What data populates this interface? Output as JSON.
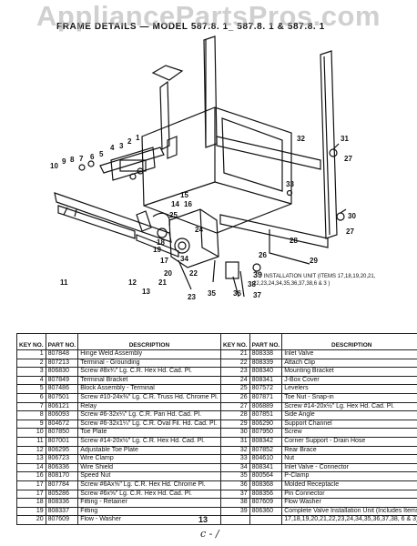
{
  "watermark": "AppliancePartsPros.com",
  "header": "FRAME DETAILS — MODEL 587.8. 1_ 587.8. 1 & 587.8. 1",
  "callouts": [
    "1",
    "2",
    "3",
    "4",
    "5",
    "6",
    "7",
    "8",
    "9",
    "10",
    "11",
    "12",
    "13",
    "14",
    "15",
    "16",
    "17",
    "18",
    "19",
    "20",
    "21",
    "22",
    "23",
    "24",
    "25",
    "26",
    "27",
    "27",
    "28",
    "29",
    "30",
    "31",
    "32",
    "33",
    "34",
    "35",
    "36",
    "37",
    "38",
    "39"
  ],
  "install_note": {
    "number": "39",
    "text": "INSTALLATION UNIT (ITEMS 17,18,19,20,21, 22,23,24,34,35,36,37,38,6 & 3 )"
  },
  "table_headers": {
    "key": "KEY NO.",
    "part": "PART NO.",
    "desc": "DESCRIPTION"
  },
  "parts_left": [
    {
      "key": "1",
      "part": "807848",
      "desc": "Hinge Weld Assembly"
    },
    {
      "key": "2",
      "part": "807213",
      "desc": "Terminal - Grounding"
    },
    {
      "key": "3",
      "part": "806830",
      "desc": "Screw #8x¾\" Lg. C.R. Hex Hd. Cad. Pl."
    },
    {
      "key": "4",
      "part": "807849",
      "desc": "Terminal Bracket"
    },
    {
      "key": "5",
      "part": "807486",
      "desc": "Block Assembly - Terminal"
    },
    {
      "key": "6",
      "part": "807501",
      "desc": "Screw #10-24x⅜\" Lg. C.R. Truss Hd. Chrome Pl."
    },
    {
      "key": "7",
      "part": "806121",
      "desc": "Relay"
    },
    {
      "key": "8",
      "part": "806093",
      "desc": "Screw #6-32x¼\" Lg. C.R. Pan Hd. Cad. Pl."
    },
    {
      "key": "9",
      "part": "804672",
      "desc": "Screw #6-32x1¼\" Lg. C.R. Oval Fil. Hd. Cad. Pl."
    },
    {
      "key": "10",
      "part": "807850",
      "desc": "Toe Plate"
    },
    {
      "key": "11",
      "part": "807001",
      "desc": "Screw #14-20x½\" Lg. C.R. Hex Hd. Cad. Pl."
    },
    {
      "key": "12",
      "part": "806295",
      "desc": "Adjustable Toe Plate"
    },
    {
      "key": "13",
      "part": "806723",
      "desc": "Wire Clamp"
    },
    {
      "key": "14",
      "part": "806336",
      "desc": "Wire Shield"
    },
    {
      "key": "16",
      "part": "808170",
      "desc": "Speed Nut"
    },
    {
      "key": "17",
      "part": "807784",
      "desc": "Screw #6Ax⅝\" Lg. C.R. Hex Hd. Chrome Pl."
    },
    {
      "key": "17",
      "part": "805286",
      "desc": "Screw #6x⅝\" Lg. C.R. Hex Hd. Cad. Pl."
    },
    {
      "key": "18",
      "part": "808336",
      "desc": "Fitting - Retainer"
    },
    {
      "key": "19",
      "part": "808337",
      "desc": "Fitting"
    },
    {
      "key": "20",
      "part": "807609",
      "desc": "Flow - Washer"
    }
  ],
  "parts_right": [
    {
      "key": "21",
      "part": "808338",
      "desc": "Inlet Valve"
    },
    {
      "key": "22",
      "part": "808339",
      "desc": "Attach Clip"
    },
    {
      "key": "23",
      "part": "808340",
      "desc": "Mounting Bracket"
    },
    {
      "key": "24",
      "part": "808341",
      "desc": "J-Box Cover"
    },
    {
      "key": "25",
      "part": "807572",
      "desc": "Levelers"
    },
    {
      "key": "26",
      "part": "807871",
      "desc": "Toe Nut - Snap-in"
    },
    {
      "key": "27",
      "part": "806889",
      "desc": "Screw #14-20x½\" Lg. Hex Hd. Cad. Pl."
    },
    {
      "key": "28",
      "part": "807851",
      "desc": "Side Angle"
    },
    {
      "key": "29",
      "part": "806290",
      "desc": "Support Channel"
    },
    {
      "key": "30",
      "part": "807950",
      "desc": "Screw"
    },
    {
      "key": "31",
      "part": "808342",
      "desc": "Corner Support - Drain Hose"
    },
    {
      "key": "32",
      "part": "807852",
      "desc": "Rear Brace"
    },
    {
      "key": "33",
      "part": "804610",
      "desc": "Nut"
    },
    {
      "key": "34",
      "part": "808341",
      "desc": "Inlet Valve - Connector"
    },
    {
      "key": "35",
      "part": "800564",
      "desc": "P-Clamp"
    },
    {
      "key": "36",
      "part": "808368",
      "desc": "Molded Receptacle"
    },
    {
      "key": "37",
      "part": "808356",
      "desc": "Pin Connector"
    },
    {
      "key": "38",
      "part": "807609",
      "desc": "Flow Washer"
    },
    {
      "key": "39",
      "part": "806360",
      "desc": "Complete Valve Installation Unit (Includes Items"
    },
    {
      "key": "",
      "part": "",
      "desc": "17,18,19,20,21,22,23,24,34,35,36,37,38, 6 & 3)"
    }
  ],
  "page_number": "13",
  "handwritten_mark": "c - /"
}
